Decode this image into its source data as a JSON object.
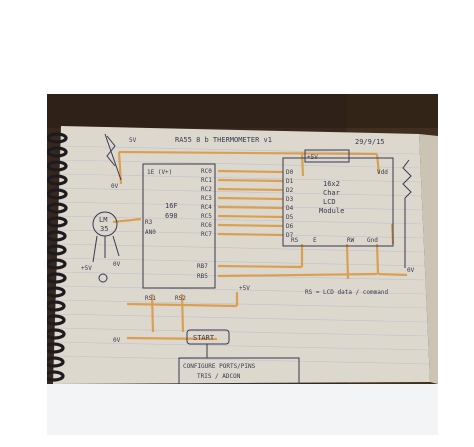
{
  "photo": {
    "subject": "handwritten-circuit-sketch-on-spiral-notebook",
    "colors": {
      "table": "#3a2a1e",
      "paper": "#e9e4d8",
      "orange_wire": "#e7a24a",
      "pencil": "#3a3d55",
      "frame_background": "#ffffff",
      "caption_bar": "#f2f4f6"
    }
  },
  "sketch_text": {
    "title": "RA55 8 b THERMOMETER v1",
    "date": "29/9/15",
    "top_supply": "+5V",
    "left_supply": "5V",
    "gnd_left": "0V",
    "mcu_pin_top": "1E (V+)",
    "mcu_name_1": "16F",
    "mcu_name_2": "690",
    "mcu_side_1": "R3",
    "mcu_side_2": "AN0",
    "port_labels": [
      "RC0",
      "RC1",
      "RC2",
      "RC3",
      "RC4",
      "RC5",
      "RC6",
      "RC7"
    ],
    "mcu_low_1": "RB7",
    "mcu_low_2": "RB5",
    "sensor_1": "LM",
    "sensor_2": "35",
    "sensor_supply": "+5V",
    "sensor_gnd": "0V",
    "lcd_1": "16x2",
    "lcd_2": "Char",
    "lcd_3": "LCD",
    "lcd_4": "Module",
    "lcd_vdd": "Vdd",
    "lcd_pin_rs": "RS",
    "lcd_pin_e": "E",
    "lcd_pin_rw": "RW",
    "lcd_pin_gnd": "Gnd",
    "lcd_ground": "0V",
    "data_pins": [
      "D0",
      "D1",
      "D2",
      "D3",
      "D4",
      "D5",
      "D6",
      "D7"
    ],
    "switch_supply": "+5V",
    "sw_1": "RS1",
    "sw_2": "RS2",
    "gnd_bottom": "0V",
    "start_box": "START",
    "configure_1": "CONFIGURE PORTS/PINS",
    "configure_2": "TRIS / ADCON",
    "note": "RS = LCD data / command"
  }
}
